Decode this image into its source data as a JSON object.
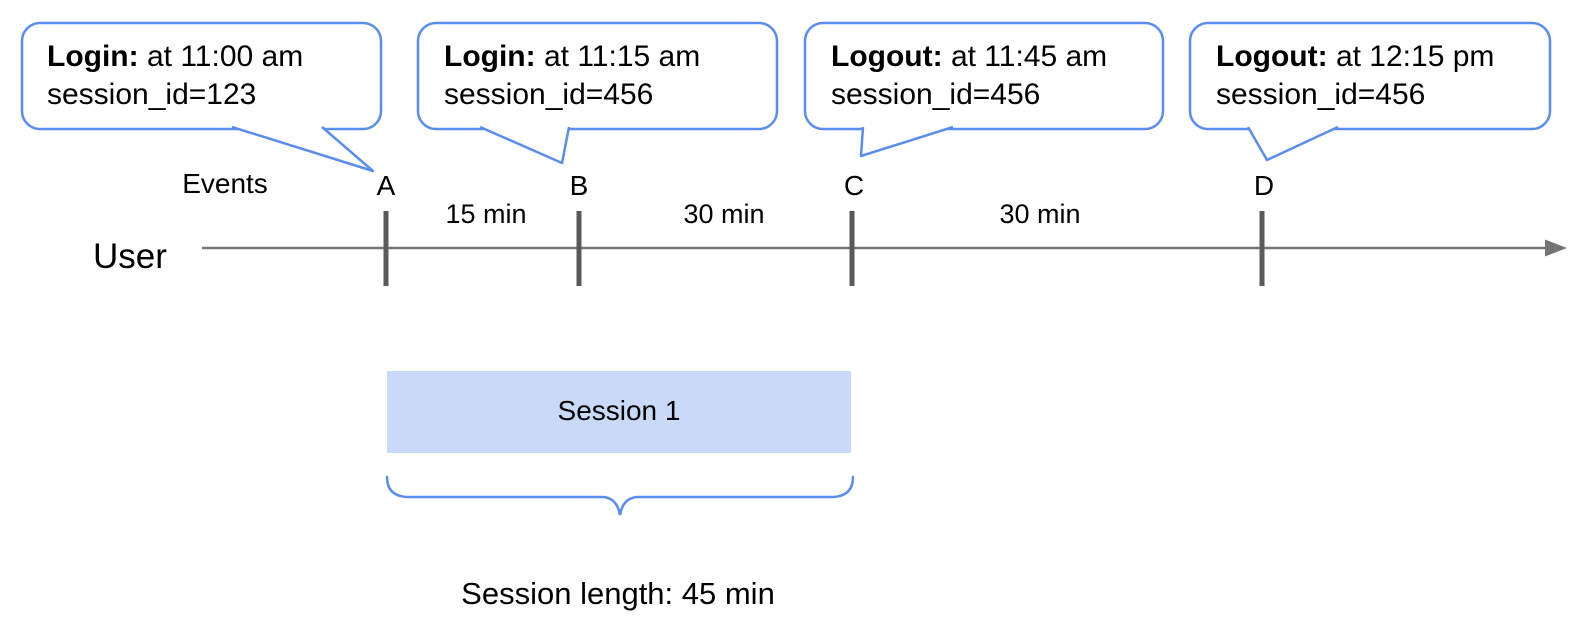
{
  "callouts": [
    {
      "event": "Login:",
      "detail": "at 11:00 am",
      "session": "session_id=123"
    },
    {
      "event": "Login:",
      "detail": "at 11:15 am",
      "session": "session_id=456"
    },
    {
      "event": "Logout:",
      "detail": "at 11:45 am",
      "session": "session_id=456"
    },
    {
      "event": "Logout:",
      "detail": "at 12:15 pm",
      "session": "session_id=456"
    }
  ],
  "timeline": {
    "events_label": "Events",
    "user_label": "User",
    "markers": [
      "A",
      "B",
      "C",
      "D"
    ],
    "intervals": [
      "15 min",
      "30 min",
      "30 min"
    ]
  },
  "session": {
    "box_label": "Session 1",
    "length_label": "Session length: 45 min"
  },
  "colors": {
    "callout_border": "#5b8def",
    "session_fill": "#c9daf8",
    "axis_line": "#757575",
    "tick": "#5a5a5a",
    "text": "#000000"
  }
}
